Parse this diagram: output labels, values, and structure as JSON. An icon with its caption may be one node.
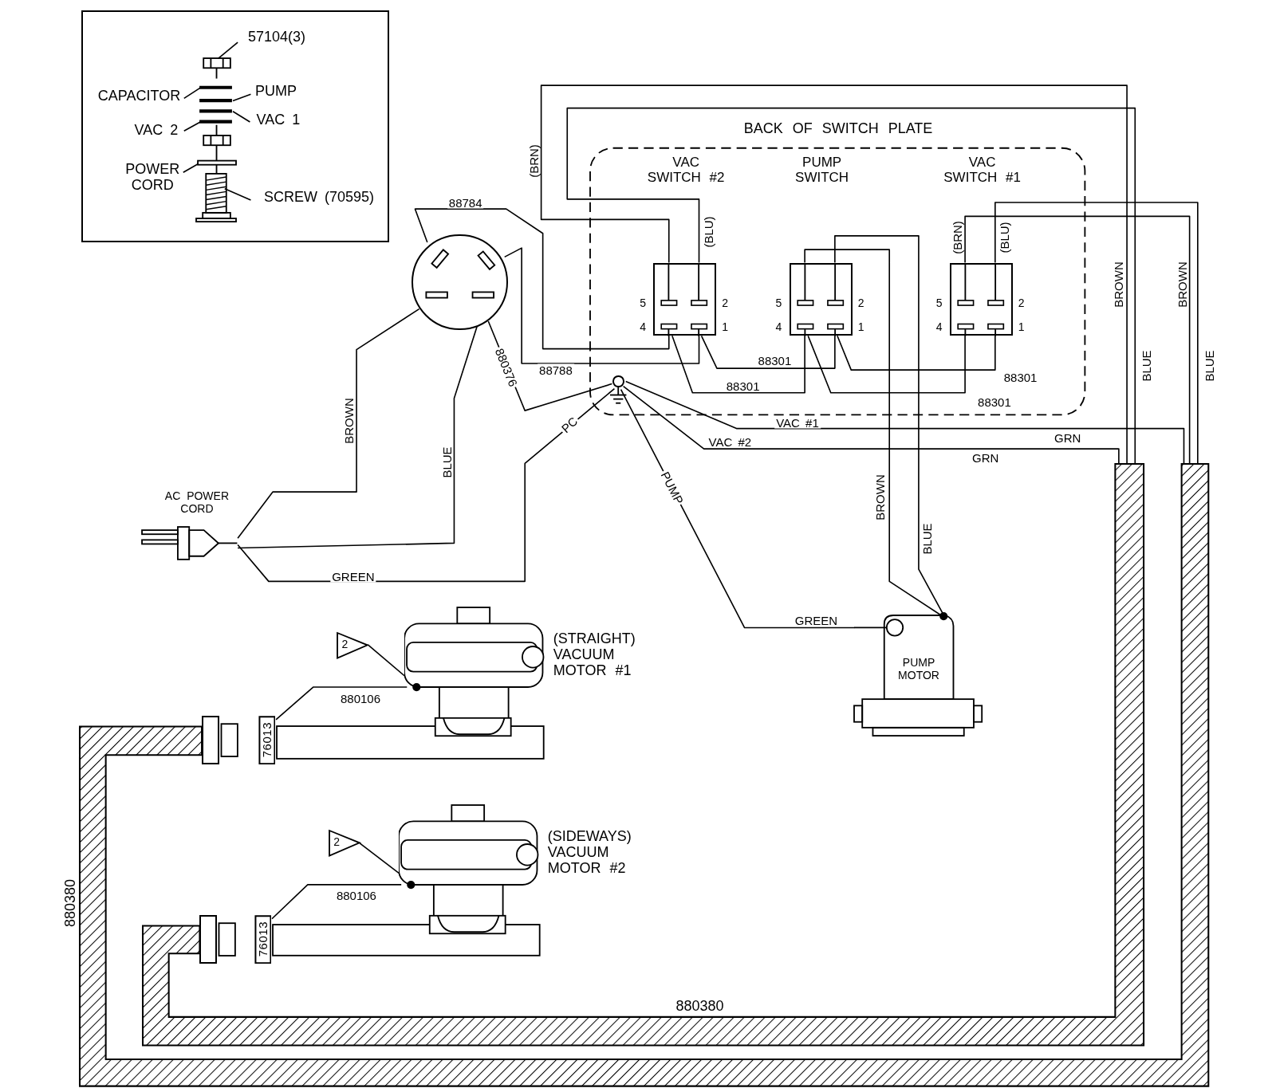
{
  "diagram": {
    "nodes": [
      {
        "text": [],
        "shape": "box"
      },
      {
        "text": [
          "57104(3)"
        ],
        "in": 0
      },
      {
        "text": [
          "CAPACITOR"
        ],
        "in": 0
      },
      {
        "text": [
          "PUMP"
        ],
        "in": 0
      },
      {
        "text": [
          "VAC 1"
        ],
        "in": 0
      },
      {
        "text": [
          "VAC 2"
        ],
        "in": 0
      },
      {
        "text": [
          "POWER CORD"
        ],
        "in": 0
      },
      {
        "text": [
          "SCREW (70595)"
        ],
        "in": 0
      },
      {
        "text": [
          "BACK OF SWITCH PLATE"
        ]
      },
      {
        "text": [],
        "shape": "box",
        "in": 8,
        "beside": [
          "5",
          "2",
          "4",
          "1"
        ]
      },
      {
        "text": [],
        "shape": "box",
        "in": 8,
        "beside": [
          "5",
          "2",
          "4",
          "1"
        ]
      },
      {
        "text": [],
        "shape": "box",
        "in": 8,
        "beside": [
          "5",
          "2",
          "4",
          "1"
        ]
      },
      {
        "text": [],
        "shape": "circle"
      },
      {
        "text": [],
        "shape": "circle",
        "in": 8
      },
      {
        "text": [
          "AC POWER CORD"
        ]
      },
      {
        "text": [
          "PUMP MOTOR"
        ]
      },
      {
        "text": [
          "(STRAIGHT) VACUUM MOTOR #1"
        ]
      },
      {
        "text": [
          "2"
        ]
      },
      {
        "text": [
          "76013"
        ]
      },
      {
        "text": [],
        "shape": "box"
      },
      {
        "text": [
          "(SIDEWAYS) VACUUM MOTOR #2"
        ]
      },
      {
        "text": [
          "2"
        ]
      },
      {
        "text": [
          "76013"
        ]
      },
      {
        "text": [],
        "shape": "box"
      },
      {
        "text": [],
        "shape": "band",
        "beside": [
          "880380"
        ]
      },
      {
        "text": [],
        "shape": "band",
        "beside": [
          "880380"
        ]
      },
      {
        "text": [],
        "shape": "picture",
        "in": 0
      }
    ],
    "edges": [
      {
        "from": 1,
        "to": 26,
        "arrow": "none"
      },
      {
        "from": 2,
        "to": 26,
        "arrow": "none"
      },
      {
        "from": 3,
        "to": 26,
        "arrow": "none"
      },
      {
        "from": 4,
        "to": 26,
        "arrow": "none"
      },
      {
        "from": 5,
        "to": 26,
        "arrow": "none"
      },
      {
        "from": 6,
        "to": 26,
        "arrow": "none"
      },
      {
        "from": 7,
        "to": 26,
        "arrow": "none"
      },
      {
        "from": 12,
        "to": 9,
        "arrow": "none",
        "label": "88784"
      },
      {
        "from": 12,
        "to": 9,
        "arrow": "none",
        "label": "88788"
      },
      {
        "from": 9,
        "to": 25,
        "arrow": "none",
        "label": "(BRN)"
      },
      {
        "from": 9,
        "to": 25,
        "arrow": "none",
        "label": "(BLU)"
      },
      {
        "from": 11,
        "to": 24,
        "arrow": "none",
        "label": "(BRN)"
      },
      {
        "from": 11,
        "to": 24,
        "arrow": "none",
        "label": "(BLU)"
      },
      {
        "from": 9,
        "to": 10,
        "arrow": "none",
        "label": "88301"
      },
      {
        "from": 9,
        "to": 10,
        "arrow": "none",
        "label": "88301"
      },
      {
        "from": 10,
        "to": 11,
        "arrow": "none",
        "label": "88301"
      },
      {
        "from": 10,
        "to": 11,
        "arrow": "none",
        "label": "88301"
      },
      {
        "from": 10,
        "to": 15,
        "arrow": "none",
        "label": "BROWN"
      },
      {
        "from": 10,
        "to": 15,
        "arrow": "none",
        "label": "BLUE"
      },
      {
        "from": 13,
        "to": 12,
        "arrow": "none",
        "label": "880376"
      },
      {
        "from": 13,
        "to": 14,
        "arrow": "none",
        "label": "PC"
      },
      {
        "from": 13,
        "to": 24,
        "arrow": "none",
        "label": "VAC #1"
      },
      {
        "from": 13,
        "to": 25,
        "arrow": "none",
        "label": "VAC #2"
      },
      {
        "from": 13,
        "to": 15,
        "arrow": "none",
        "label": "PUMP"
      },
      {
        "from": 14,
        "to": 12,
        "arrow": "none",
        "label": "BROWN"
      },
      {
        "from": 14,
        "to": 12,
        "arrow": "none",
        "label": "BLUE"
      },
      {
        "from": 18,
        "to": 16,
        "arrow": "none",
        "label": "880106"
      },
      {
        "from": 22,
        "to": 20,
        "arrow": "none",
        "label": "880106"
      },
      {
        "from": 17,
        "to": 16,
        "arrow": "none"
      },
      {
        "from": 21,
        "to": 20,
        "arrow": "none"
      }
    ],
    "labels": [
      "VAC SWITCH #2",
      "PUMP SWITCH",
      "VAC SWITCH #1",
      "BROWN",
      "BLUE",
      "BROWN",
      "BLUE",
      "GRN",
      "GRN",
      "GREEN",
      "GREEN"
    ]
  }
}
